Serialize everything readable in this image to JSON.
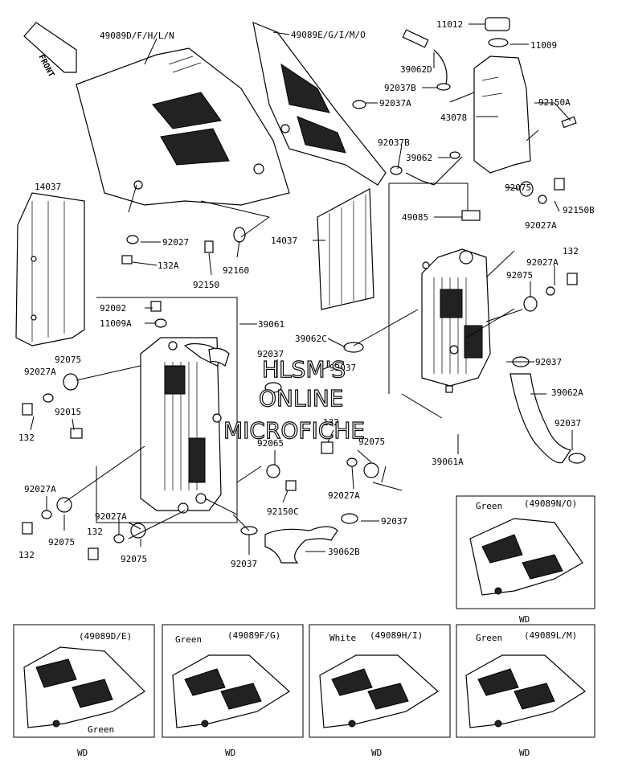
{
  "front_arrow": "FRONT",
  "watermark": [
    "HLSM'S",
    "ONLINE",
    "MICROFICHE"
  ],
  "labels": {
    "l49089DFHLN": "49089D/F/H/L/N",
    "l49089EGIMO": "49089E/G/I/M/O",
    "l11012": "11012",
    "l11009": "11009",
    "l39062D": "39062D",
    "l92037B_a": "92037B",
    "l92037A_a": "92037A",
    "l43078": "43078",
    "l92150A": "92150A",
    "l92037B_b": "92037B",
    "l39062": "39062",
    "l14037_a": "14037",
    "l92075_a": "92075",
    "l49085": "49085",
    "l92150B": "92150B",
    "l92027A_a": "92027A",
    "l92027_a": "92027",
    "l132A": "132A",
    "l14037_b": "14037",
    "l92160": "92160",
    "l92150": "92150",
    "l132_a": "132",
    "l92027A_b": "92027A",
    "l92075_b": "92075",
    "l92002": "92002",
    "l11009A": "11009A",
    "l39061": "39061",
    "l39062C": "39062C",
    "l92037_a": "92037",
    "l92037_b": "92037",
    "l92037_c": "92037",
    "l39062A": "39062A",
    "l92075_c": "92075",
    "l92027A_c": "92027A",
    "l132_b": "132",
    "l92015": "92015",
    "l132_c": "132",
    "l92065": "92065",
    "l92075_d": "92075",
    "l39061A": "39061A",
    "l92037_d": "92037",
    "l92027A_d": "92027A",
    "l92075_e": "92075",
    "l92150C": "92150C",
    "l92027A_e": "92027A",
    "l92037_e": "92037",
    "l132_d": "132",
    "l92027A_f": "92027A",
    "l132_e": "132",
    "l92075_f": "92075",
    "l92037_f": "92037",
    "l39062B": "39062B"
  },
  "variants": [
    {
      "code": "(49089D/E)",
      "color": "Green",
      "note": "WD"
    },
    {
      "code": "(49089F/G)",
      "color": "Green",
      "note": "WD"
    },
    {
      "code": "(49089H/I)",
      "color": "White",
      "note": "WD"
    },
    {
      "code": "(49089L/M)",
      "color": "Green",
      "note": "WD"
    },
    {
      "code": "(49089N/O)",
      "color": "Green",
      "note": "WD"
    }
  ]
}
